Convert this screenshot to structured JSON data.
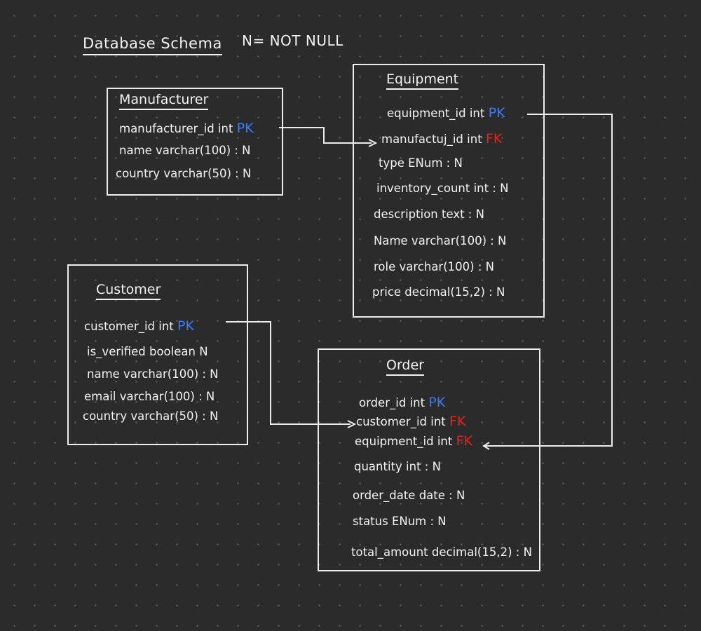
{
  "title": "Database Schema",
  "legend": "N= NOT NULL",
  "manufacturer": {
    "name": "Manufacturer",
    "fields": [
      {
        "text": "manufacturer_id int ",
        "key": "PK"
      },
      {
        "text": "name varchar(100) : N"
      },
      {
        "text": "country varchar(50) : N"
      }
    ]
  },
  "equipment": {
    "name": "Equipment",
    "fields": [
      {
        "text": "equipment_id int ",
        "key": "PK"
      },
      {
        "text": "manufactuj_id int ",
        "key": "FK"
      },
      {
        "text": "type ENum : N"
      },
      {
        "text": "inventory_count int : N"
      },
      {
        "text": "description text : N"
      },
      {
        "text": "Name varchar(100) : N"
      },
      {
        "text": "role varchar(100) : N"
      },
      {
        "text": "price decimal(15,2) : N"
      }
    ]
  },
  "customer": {
    "name": "Customer",
    "fields": [
      {
        "text": "customer_id int ",
        "key": "PK"
      },
      {
        "text": "is_verified boolean N"
      },
      {
        "text": "name varchar(100) : N"
      },
      {
        "text": "email varchar(100) : N"
      },
      {
        "text": "country varchar(50) : N"
      }
    ]
  },
  "order": {
    "name": "Order",
    "fields": [
      {
        "text": "order_id int ",
        "key": "PK"
      },
      {
        "text": "customer_id int ",
        "key": "FK"
      },
      {
        "text": "equipment_id int ",
        "key": "FK"
      },
      {
        "text": "quantity int : N"
      },
      {
        "text": "order_date date : N"
      },
      {
        "text": "status ENum : N"
      },
      {
        "text": "total_amount decimal(15,2) : N"
      }
    ]
  }
}
